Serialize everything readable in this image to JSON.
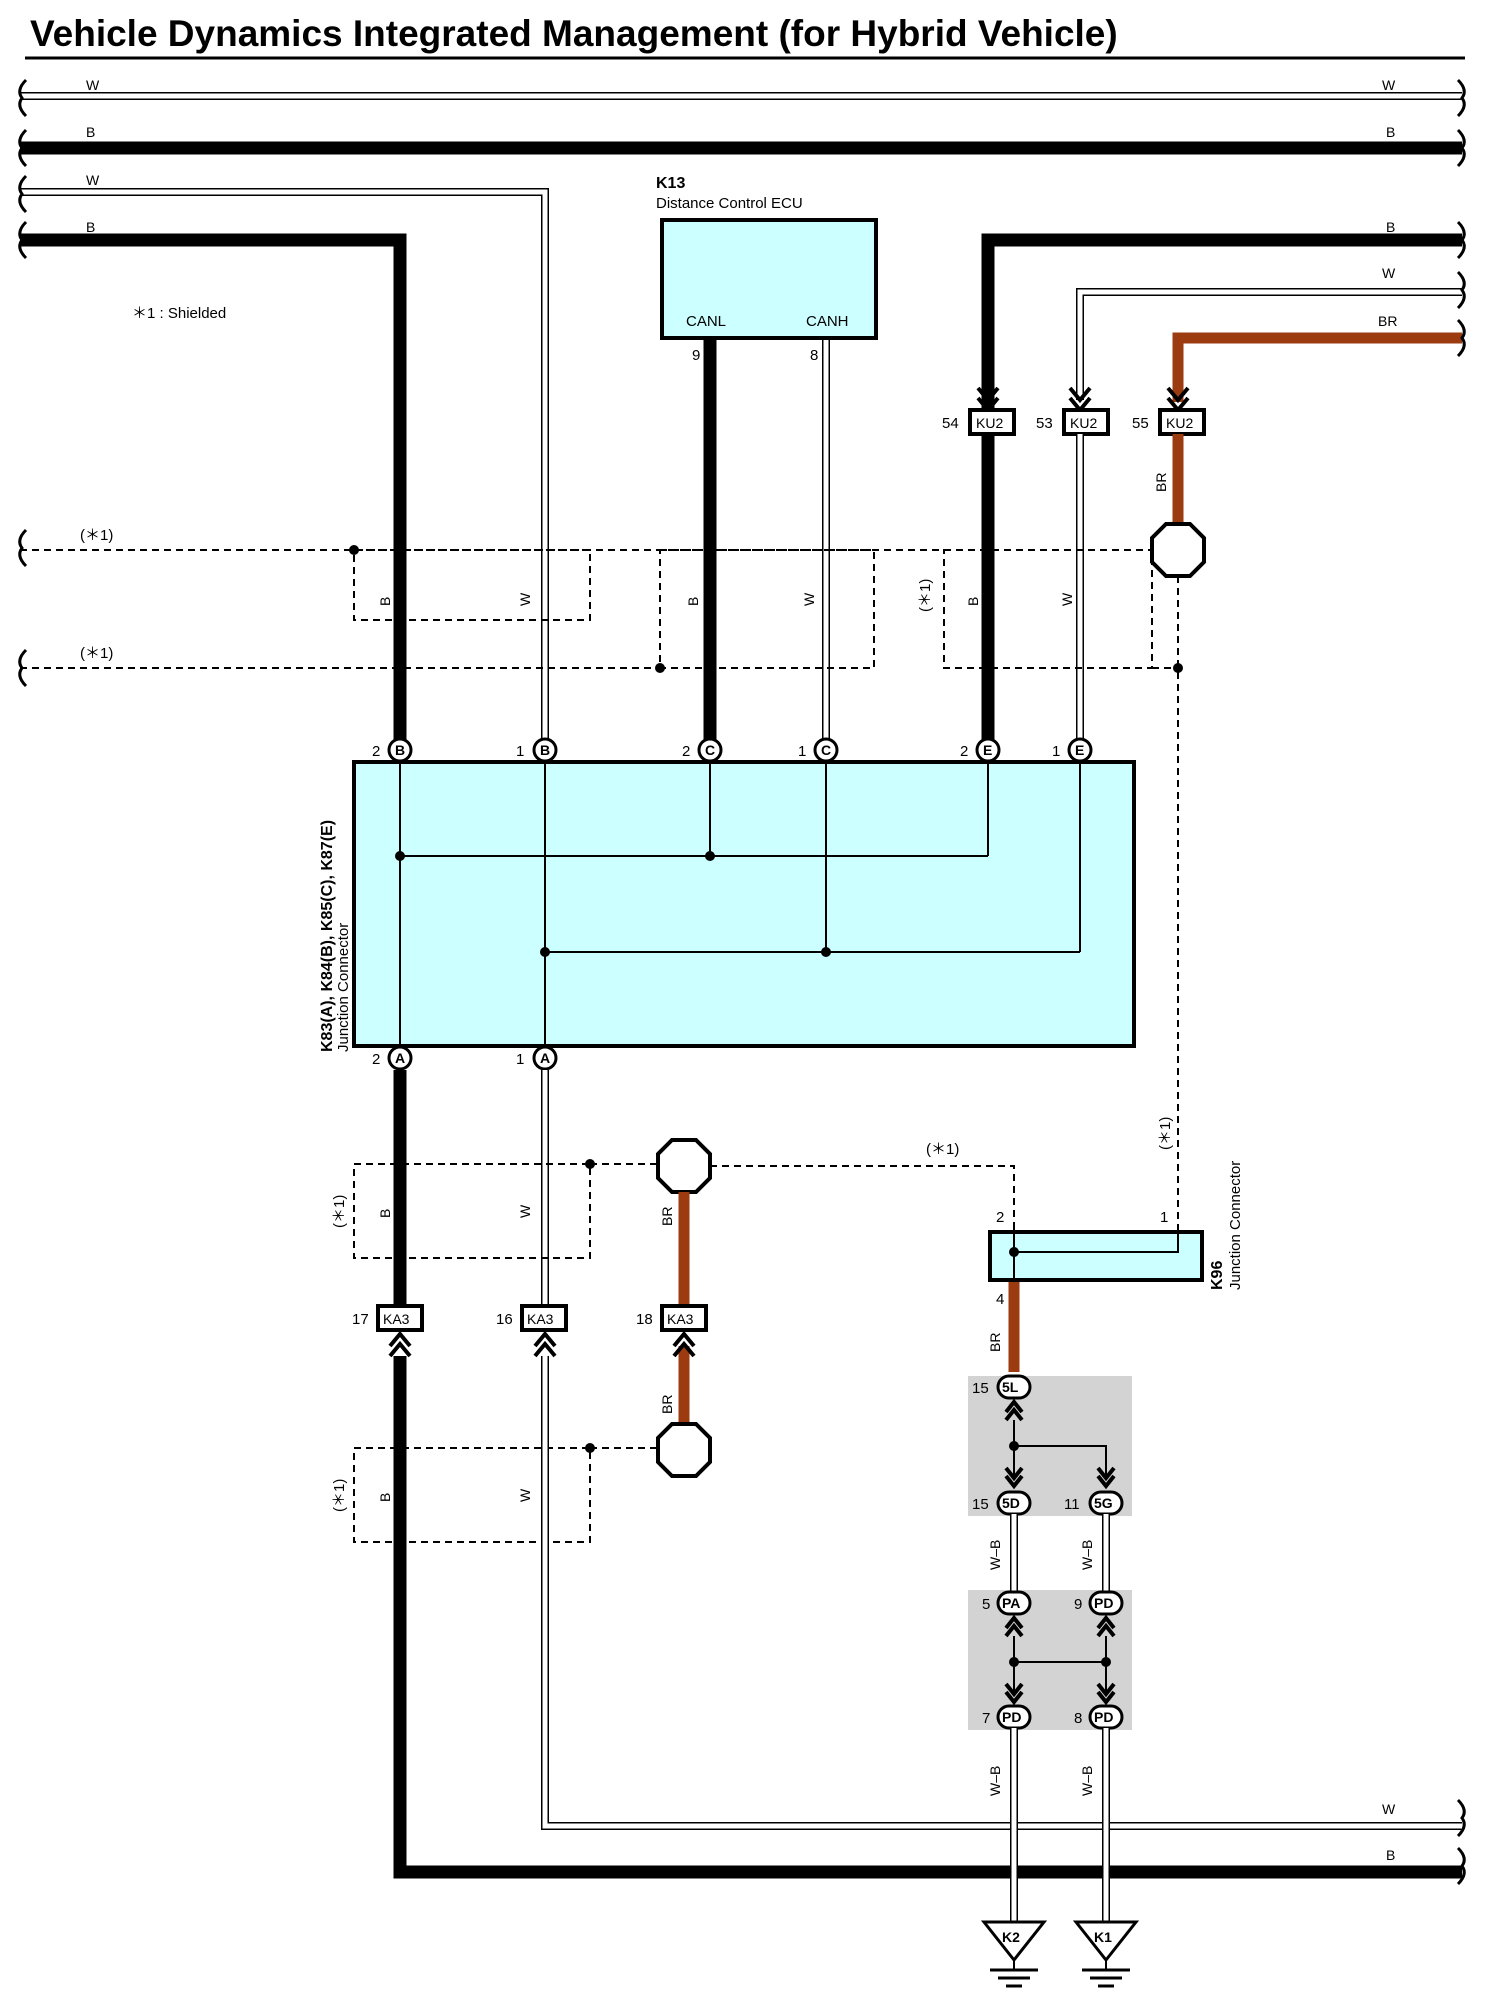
{
  "title": "Vehicle Dynamics Integrated Management (for Hybrid Vehicle)",
  "note": "＊1 : Shielded",
  "shield_mark": "(＊1)",
  "wire_colors": {
    "W": "W",
    "B": "B",
    "BR": "BR",
    "WB": "W–B"
  },
  "colors": {
    "box_fill": "#ccffff",
    "brown_wire": "#9c3a10",
    "shade": "#d3d3d3"
  },
  "ecu": {
    "code": "K13",
    "name": "Distance Control ECU",
    "pins": [
      {
        "label": "CANL",
        "num": "9"
      },
      {
        "label": "CANH",
        "num": "8"
      }
    ]
  },
  "ku2": {
    "code": "KU2",
    "pins": [
      "54",
      "53",
      "55"
    ]
  },
  "junction_main": {
    "code": "K83(A), K84(B), K85(C), K87(E)",
    "name": "Junction Connector",
    "top_pins": [
      {
        "num": "2",
        "letter": "B"
      },
      {
        "num": "1",
        "letter": "B"
      },
      {
        "num": "2",
        "letter": "C"
      },
      {
        "num": "1",
        "letter": "C"
      },
      {
        "num": "2",
        "letter": "E"
      },
      {
        "num": "1",
        "letter": "E"
      }
    ],
    "bottom_pins": [
      {
        "num": "2",
        "letter": "A"
      },
      {
        "num": "1",
        "letter": "A"
      }
    ]
  },
  "ka3": {
    "code": "KA3",
    "pins": [
      "17",
      "16",
      "18"
    ]
  },
  "k96": {
    "code": "K96",
    "name": "Junction Connector",
    "pins": [
      "2",
      "1",
      "4"
    ]
  },
  "junction_blocks": {
    "upper": [
      {
        "num": "15",
        "code": "5L"
      },
      {
        "num": "15",
        "code": "5D"
      },
      {
        "num": "11",
        "code": "5G"
      }
    ],
    "lower": [
      {
        "num": "5",
        "code": "PA"
      },
      {
        "num": "9",
        "code": "PD"
      },
      {
        "num": "7",
        "code": "PD"
      },
      {
        "num": "8",
        "code": "PD"
      }
    ]
  },
  "grounds": [
    "K2",
    "K1"
  ]
}
